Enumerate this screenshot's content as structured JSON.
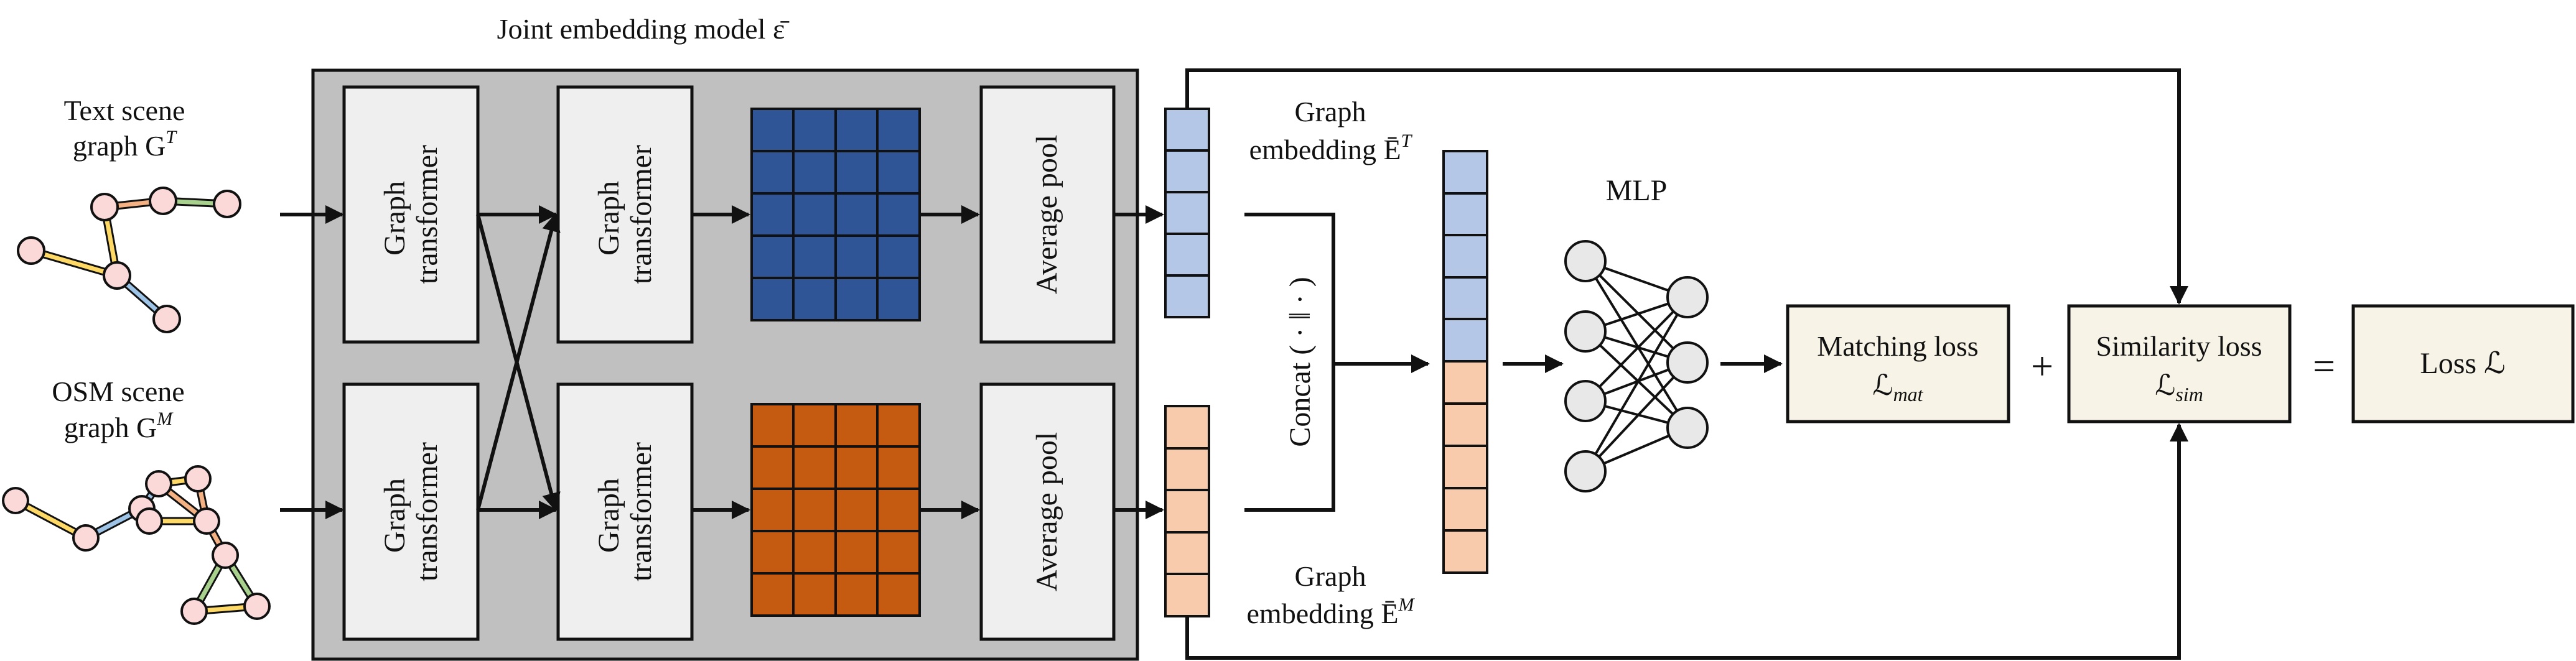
{
  "title": "Joint embedding model ε̄",
  "inputs": {
    "text_graph_label_line1": "Text scene",
    "text_graph_label_line2": "graph G",
    "text_graph_sup": "T",
    "osm_graph_label_line1": "OSM scene",
    "osm_graph_label_line2": "graph G",
    "osm_graph_sup": "M"
  },
  "blocks": {
    "graph_transformer_line1": "Graph",
    "graph_transformer_line2": "transformer",
    "average_pool": "Average pool"
  },
  "embeddings": {
    "top_line1": "Graph",
    "top_line2": "embedding Ē",
    "top_sup": "T",
    "bottom_line1": "Graph",
    "bottom_line2": "embedding Ē",
    "bottom_sup": "M"
  },
  "concat_label": "Concat ( · ‖ · )",
  "mlp_label": "MLP",
  "losses": {
    "matching_label": "Matching loss",
    "matching_symbol": "ℒ",
    "matching_sub": "mat",
    "plus": "+",
    "similarity_label": "Similarity loss",
    "similarity_symbol": "ℒ",
    "similarity_sub": "sim",
    "equals": "=",
    "total_label": "Loss ℒ"
  },
  "colors": {
    "model_bg": "#c0c0c0",
    "block_fill": "#efefef",
    "text_grid": "#2f5597",
    "osm_grid": "#c55a11",
    "text_embedding": "#b4c7e7",
    "osm_embedding": "#f8cbad",
    "loss_fill": "#f7f3e6",
    "node_fill": "#fbd9d9",
    "neuron_fill": "#e8e8e8"
  }
}
